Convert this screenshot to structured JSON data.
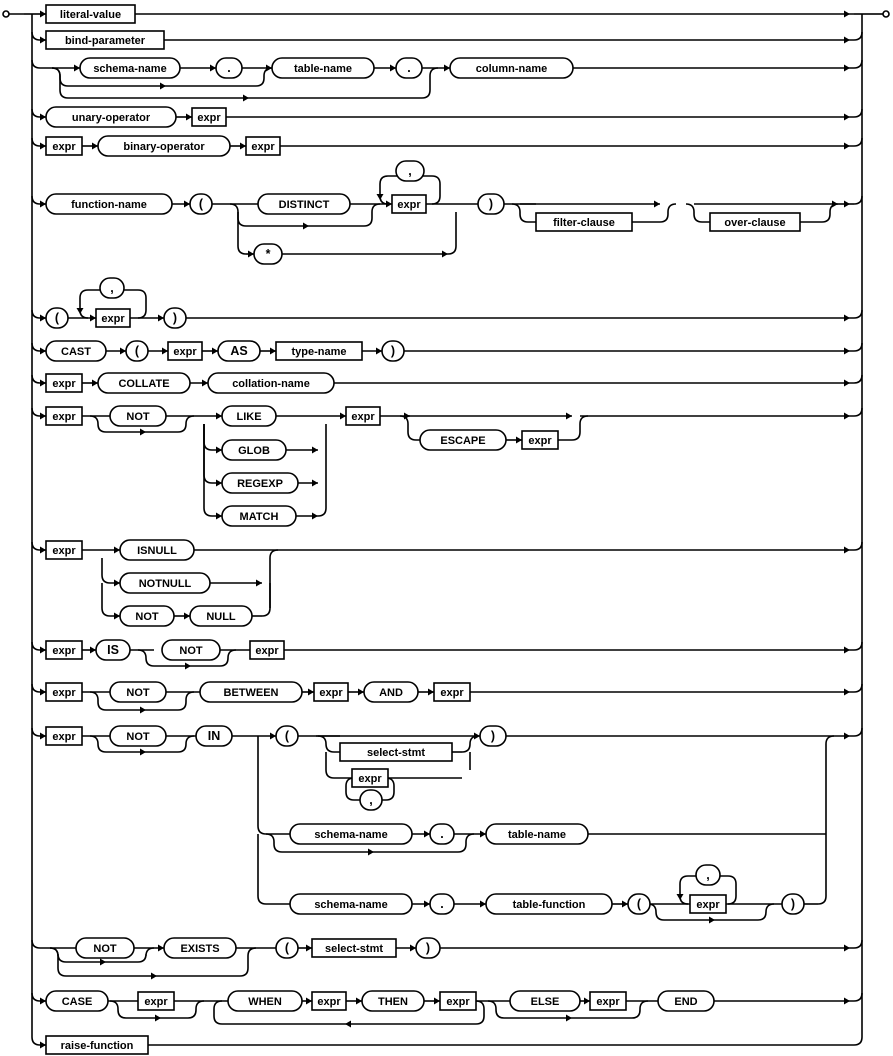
{
  "diagram": {
    "rows": [
      {
        "name": "row-literal-value",
        "nodes": [
          "literal-value"
        ]
      },
      {
        "name": "row-bind-parameter",
        "nodes": [
          "bind-parameter"
        ]
      },
      {
        "name": "row-column-ref",
        "nodes": [
          "schema-name",
          ".",
          "table-name",
          ".",
          "column-name"
        ]
      },
      {
        "name": "row-unary",
        "nodes": [
          "unary-operator",
          "expr"
        ]
      },
      {
        "name": "row-binary",
        "nodes": [
          "expr",
          "binary-operator",
          "expr"
        ]
      },
      {
        "name": "row-function",
        "nodes": [
          "function-name",
          "(",
          "DISTINCT",
          ",",
          "expr",
          "*",
          ")",
          "filter-clause",
          "over-clause"
        ]
      },
      {
        "name": "row-paren-list",
        "nodes": [
          ",",
          "(",
          "expr",
          ")"
        ]
      },
      {
        "name": "row-cast",
        "nodes": [
          "CAST",
          "(",
          "expr",
          "AS",
          "type-name",
          ")"
        ]
      },
      {
        "name": "row-collate",
        "nodes": [
          "expr",
          "COLLATE",
          "collation-name"
        ]
      },
      {
        "name": "row-like",
        "nodes": [
          "expr",
          "NOT",
          "LIKE",
          "GLOB",
          "REGEXP",
          "MATCH",
          "expr",
          "ESCAPE",
          "expr"
        ]
      },
      {
        "name": "row-isnull",
        "nodes": [
          "expr",
          "ISNULL",
          "NOTNULL",
          "NOT",
          "NULL"
        ]
      },
      {
        "name": "row-is",
        "nodes": [
          "expr",
          "IS",
          "NOT",
          "expr"
        ]
      },
      {
        "name": "row-between",
        "nodes": [
          "expr",
          "NOT",
          "BETWEEN",
          "expr",
          "AND",
          "expr"
        ]
      },
      {
        "name": "row-in",
        "nodes": [
          "expr",
          "NOT",
          "IN",
          "(",
          "select-stmt",
          "expr",
          ",",
          ")",
          "schema-name",
          ".",
          "table-name",
          "schema-name",
          ".",
          "table-function",
          "(",
          ",",
          "expr",
          ")"
        ]
      },
      {
        "name": "row-exists",
        "nodes": [
          "NOT",
          "EXISTS",
          "(",
          "select-stmt",
          ")"
        ]
      },
      {
        "name": "row-case",
        "nodes": [
          "CASE",
          "expr",
          "WHEN",
          "expr",
          "THEN",
          "expr",
          "ELSE",
          "expr",
          "END"
        ]
      },
      {
        "name": "row-raise",
        "nodes": [
          "raise-function"
        ]
      }
    ]
  }
}
